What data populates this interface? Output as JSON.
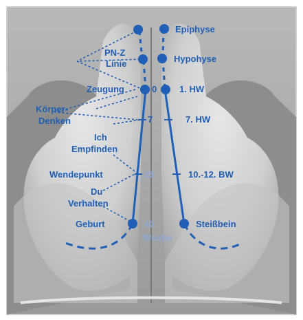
{
  "colors": {
    "accent": "#1f5fb5",
    "pale": "#8fa9d6",
    "photo_bg": "#a9a9a9",
    "frame": "#c8c8c8"
  },
  "labels": {
    "epiphyse": "Epiphyse",
    "pnz_line1": "PN-Z",
    "pnz_line2": "Linie",
    "hypohyse": "Hypohyse",
    "zeugung": "Zeugung",
    "n0": "0",
    "hw1": "1. HW",
    "koerper_line1": "Körper-",
    "koerper_line2": "Denken",
    "n7": "7",
    "hw7": "7. HW",
    "ich_line1": "Ich",
    "ich_line2": "Empfinden",
    "wendepunkt": "Wendepunkt",
    "n25": "25",
    "bw": "10.-12. BW",
    "du_line1": "Du",
    "du_line2": "Verhalten",
    "geburt": "Geburt",
    "n40": "40",
    "steissbein": "Steißbein",
    "woche": "Woche"
  }
}
